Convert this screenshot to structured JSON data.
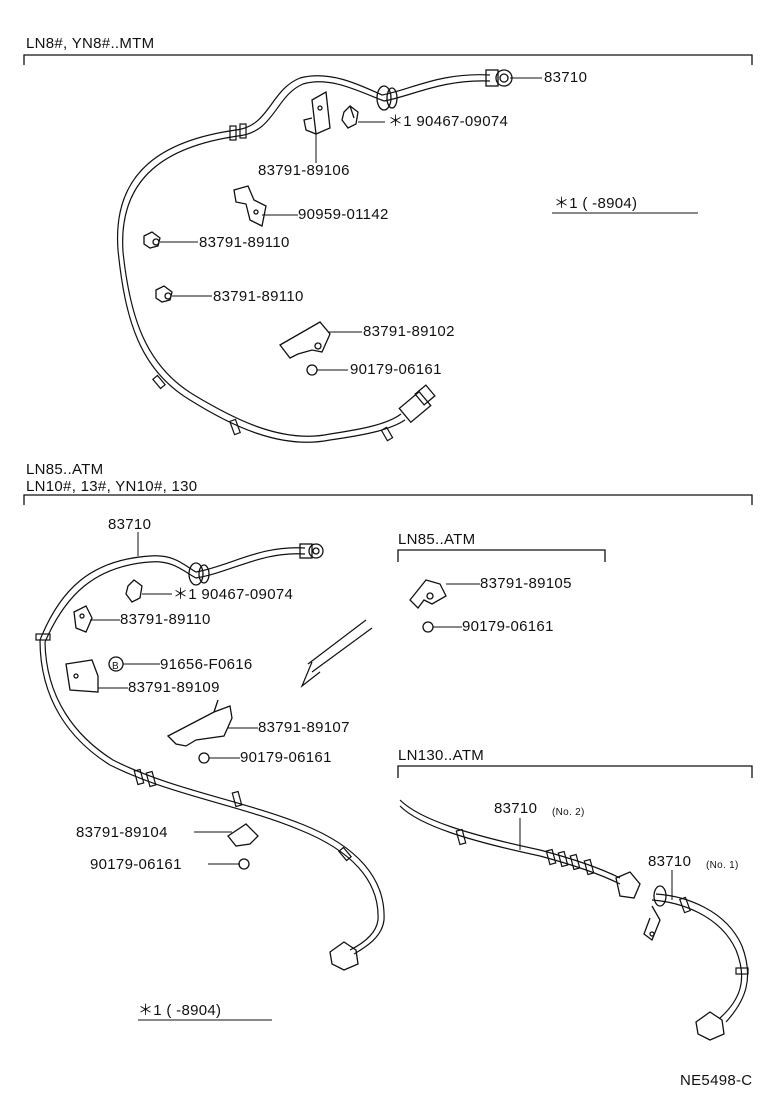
{
  "sections": {
    "top": {
      "header": "LN8#, YN8#..MTM",
      "labels": {
        "p83710": "83710",
        "p90467": "＊1  90467-09074",
        "p8979106": "83791-89106",
        "p90959": "90959-01142",
        "p89110a": "83791-89110",
        "p89110b": "83791-89110",
        "p89102": "83791-89102",
        "p90179": "90179-06161"
      },
      "note": "＊1 (          -8904)"
    },
    "middle": {
      "header_line1": "LN85..ATM",
      "header_line2": "LN10#, 13#, YN10#, 130",
      "labels": {
        "p83710": "83710",
        "p90467": "＊1  90467-09074",
        "p89110": "83791-89110",
        "p91656": "91656-F0616",
        "p89109": "83791-89109",
        "p89107": "83791-89107",
        "p90179": "90179-06161",
        "p89104": "83791-89104",
        "p90179b": "90179-06161"
      },
      "note": "＊1 (          -8904)"
    },
    "ln85box": {
      "header": "LN85..ATM",
      "labels": {
        "p89105": "83791-89105",
        "p90179": "90179-06161"
      }
    },
    "ln130box": {
      "header": "LN130..ATM",
      "labels": {
        "p83710no2": "83710",
        "p83710no2_suffix": "(No. 2)",
        "p83710no1": "83710",
        "p83710no1_suffix": "(No. 1)"
      }
    }
  },
  "footer": {
    "code": "NE5498-C"
  }
}
